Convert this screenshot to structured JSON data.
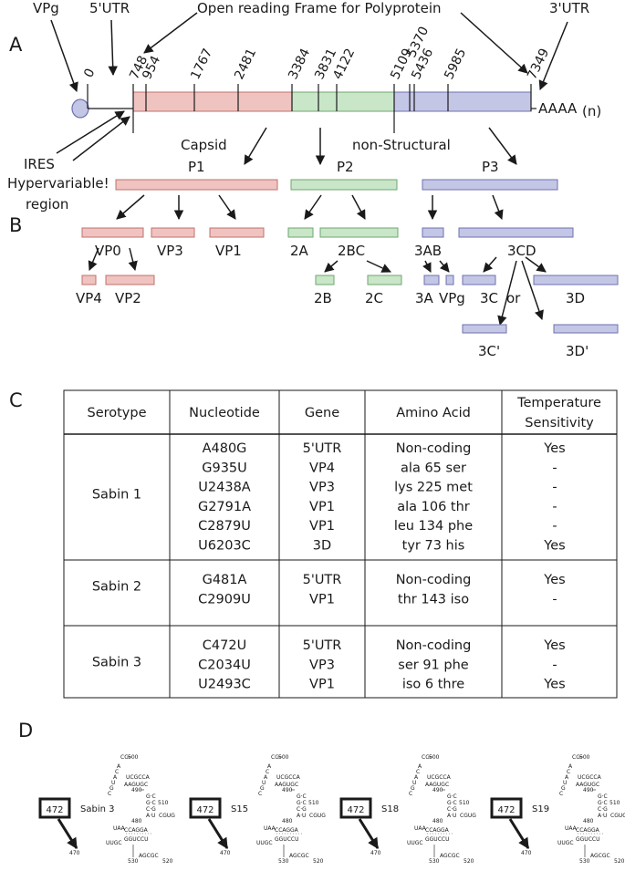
{
  "colors": {
    "capsid": "#efc3c0",
    "capsid_stroke": "#c0716b",
    "p2": "#c9e6c9",
    "p2_stroke": "#6fa66f",
    "p3": "#c4c6e6",
    "p3_stroke": "#6e72ad",
    "mutation": "#e0522c"
  },
  "panels": {
    "a": "A",
    "b": "B",
    "c": "C",
    "d": "D"
  },
  "genome": {
    "vpg": "VPg",
    "utr5": "5'UTR",
    "orf": "Open reading Frame for Polyprotein",
    "utr3": "3'UTR",
    "polya": "AAAA",
    "polya_n": "(n)",
    "ires": "IRES",
    "hypervariable": "Hypervariable!",
    "region": "region",
    "capsid": "Capsid",
    "nonstructural": "non-Structural",
    "positions": [
      "0",
      "748",
      "954",
      "1767",
      "2481",
      "3384",
      "3831",
      "4122",
      "5109",
      "5370",
      "5436",
      "5985",
      "7349"
    ]
  },
  "proteins": {
    "p1": "P1",
    "p2": "P2",
    "p3": "P3",
    "vp0": "VP0",
    "vp3": "VP3",
    "vp1": "VP1",
    "vp4": "VP4",
    "vp2": "VP2",
    "p2a": "2A",
    "p2bc": "2BC",
    "p2b": "2B",
    "p2c": "2C",
    "p3ab": "3AB",
    "p3cd": "3CD",
    "p3a": "3A",
    "vpg": "VPg",
    "p3c": "3C",
    "or": "or",
    "p3d": "3D",
    "p3c_prime": "3C'",
    "p3d_prime": "3D'"
  },
  "table": {
    "headers": [
      "Serotype",
      "Nucleotide",
      "Gene",
      "Amino Acid",
      "Temperature",
      "Sensitivity"
    ],
    "groups": [
      {
        "serotype": "Sabin 1",
        "nucleotides": [
          "A480G",
          "G935U",
          "U2438A",
          "G2791A",
          "C2879U",
          "U6203C"
        ],
        "genes": [
          "5'UTR",
          "VP4",
          "VP3",
          "VP1",
          "VP1",
          "3D"
        ],
        "amino_acids": [
          "Non-coding",
          "ala 65 ser",
          "lys 225 met",
          "ala 106 thr",
          "leu  134 phe",
          "tyr  73 his"
        ],
        "ts": [
          "Yes",
          "-",
          "-",
          "-",
          "-",
          "Yes"
        ]
      },
      {
        "serotype": "Sabin 2",
        "nucleotides": [
          "G481A",
          "C2909U"
        ],
        "genes": [
          "5'UTR",
          "VP1"
        ],
        "amino_acids": [
          "Non-coding",
          "thr 143 iso"
        ],
        "ts": [
          "Yes",
          "-"
        ]
      },
      {
        "serotype": "Sabin 3",
        "nucleotides": [
          "C472U",
          "C2034U",
          "U2493C"
        ],
        "genes": [
          "5'UTR",
          "VP3",
          "VP1"
        ],
        "amino_acids": [
          "Non-coding",
          "ser 91 phe",
          "iso   6 thre"
        ],
        "ts": [
          "Yes",
          "-",
          "Yes"
        ]
      }
    ]
  },
  "structures": [
    {
      "box": "472",
      "name": "Sabin 3",
      "red_mismatch": false
    },
    {
      "box": "472",
      "name": "S15",
      "red_mismatch": true
    },
    {
      "box": "472",
      "name": "S18",
      "red_mismatch": true
    },
    {
      "box": "472",
      "name": "S19",
      "red_mismatch": true
    }
  ],
  "rna": {
    "n470": "470",
    "n480": "480",
    "n490": "490",
    "n500": "500",
    "n510": "510",
    "n520": "520",
    "n530": "530",
    "loop": "CC",
    "stem_left": "AAGUGC",
    "stem_right": "UCGCCA",
    "pair_a": "G·C",
    "pair_b": "G·C",
    "pair_c": "C·G",
    "pair_d": "A·U",
    "bulge": "UAA",
    "strand_top": "CCAGGA",
    "strand_bot": "GGUCCU",
    "tail": "AGCGC",
    "side": "CGUG",
    "base5": "UUGC"
  }
}
